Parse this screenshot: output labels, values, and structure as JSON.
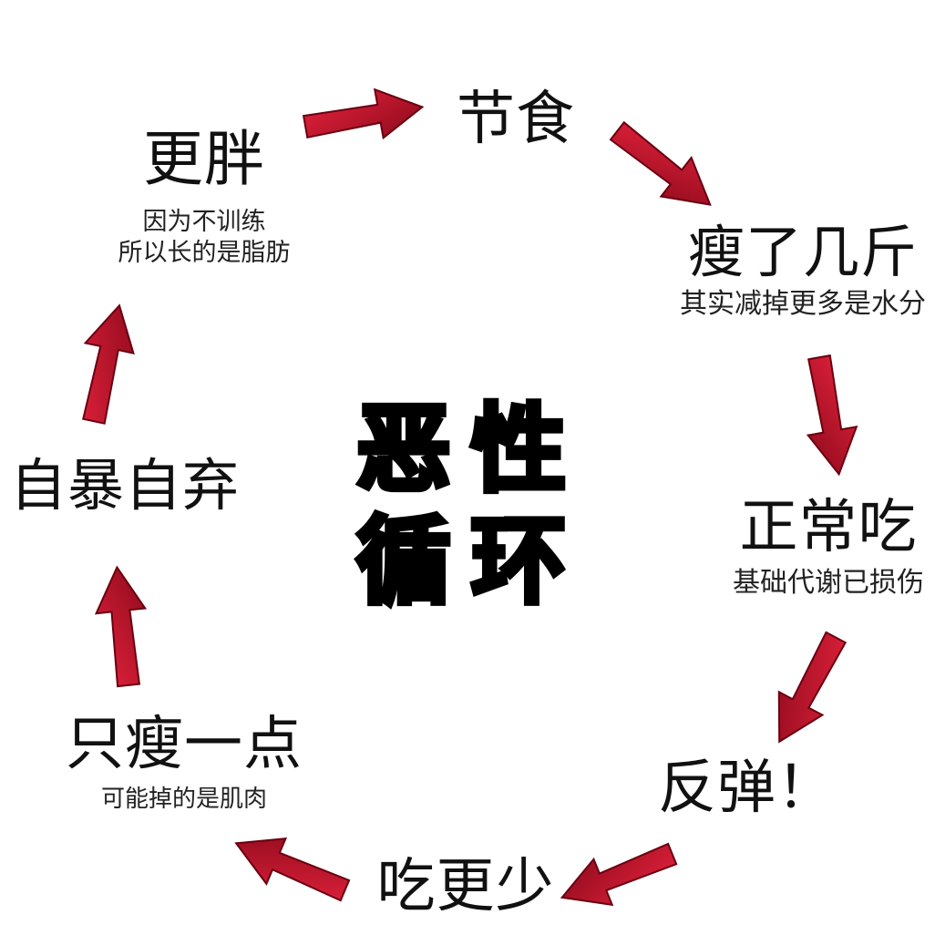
{
  "center": {
    "line1": "恶性",
    "line2": "循环"
  },
  "nodes": {
    "diet": {
      "title": "节食"
    },
    "lost_weight": {
      "title": "瘦了几斤",
      "sub": "其实减掉更多是水分"
    },
    "eat_normal": {
      "title": "正常吃",
      "sub": "基础代谢已损伤"
    },
    "rebound": {
      "title": "反弹！"
    },
    "eat_less": {
      "title": "吃更少"
    },
    "lose_little": {
      "title": "只瘦一点",
      "sub": "可能掉的是肌肉"
    },
    "give_up": {
      "title": "自暴自弃"
    },
    "fatter": {
      "title": "更胖",
      "sub_line1": "因为不训练",
      "sub_line2": "所以长的是脂肪"
    }
  },
  "colors": {
    "arrow": "#c8102e",
    "arrow_dark": "#7a0014",
    "text": "#111111",
    "background": "#ffffff"
  }
}
